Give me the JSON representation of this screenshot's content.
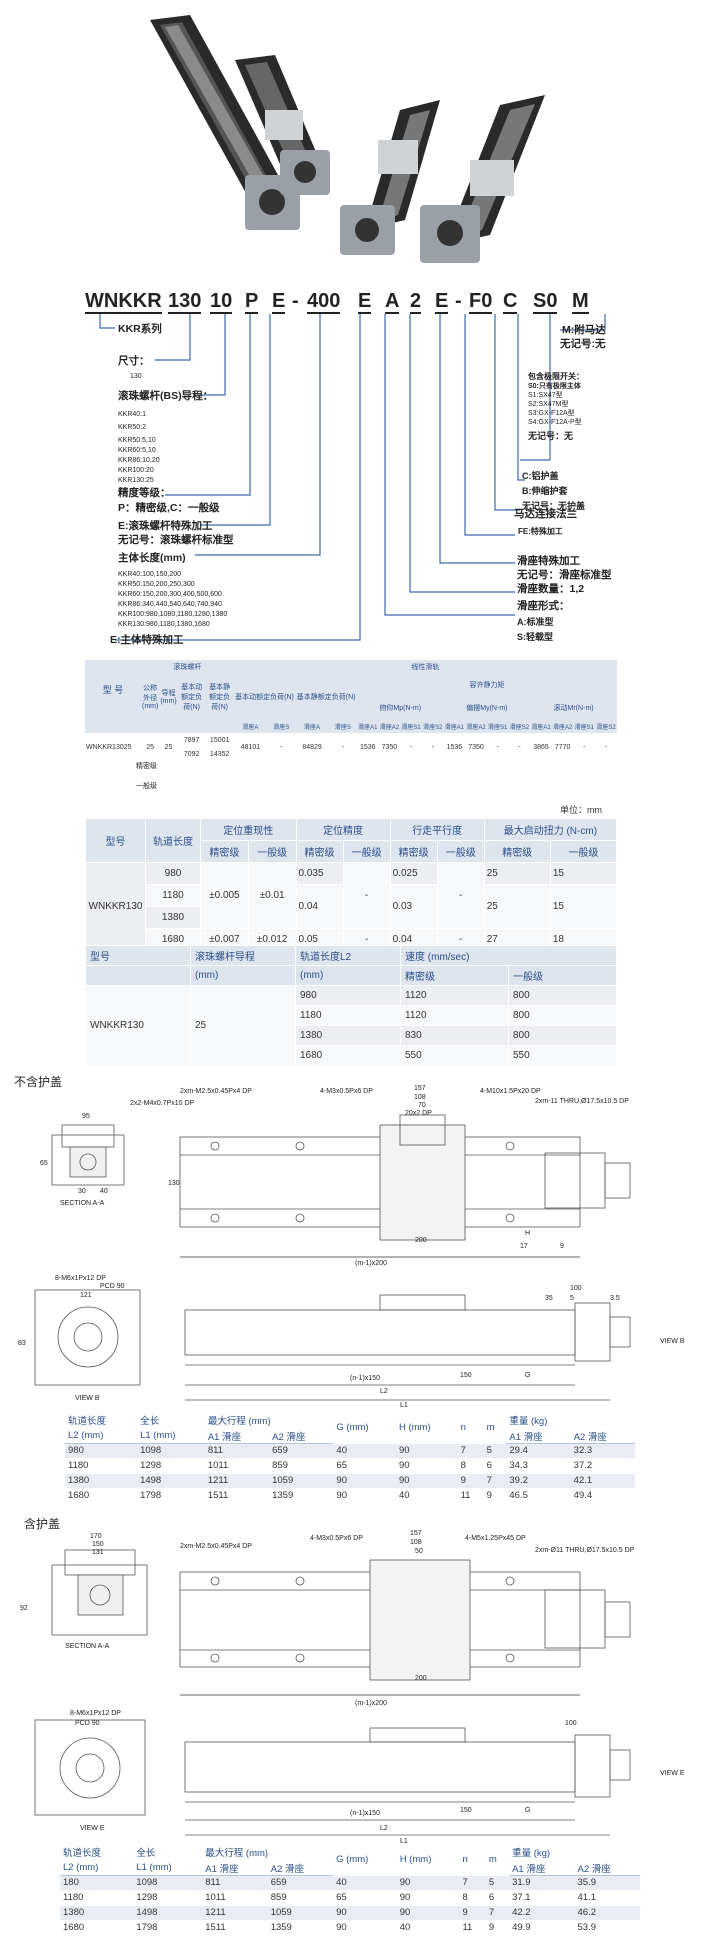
{
  "model_code": {
    "parts": [
      "WNKKR",
      "130",
      "10",
      "P",
      "E",
      "-",
      "400",
      "E",
      "A",
      "2",
      "E",
      "-",
      "F0",
      "C",
      "S0",
      "M"
    ]
  },
  "decoder": {
    "series": "KKR系列",
    "size_label": "尺寸：",
    "size_val": "130",
    "lead_label": "滚珠螺杆(BS)导程：",
    "lead_list": [
      "KKR40:1",
      "KKR50:2",
      "KKR50:5,10",
      "KKR60:5,10",
      "KKR86:10,20",
      "KKR100:20",
      "KKR130:25"
    ],
    "precision_label": "精度等级：",
    "precision_val": "P：精密级,C：一般级",
    "bs_special": "E:滚珠螺杆特殊加工",
    "bs_std": "无记号：滚珠螺杆标准型",
    "length_label": "主体长度(mm)",
    "length_list": [
      "KKR40:100,150,200",
      "KKR50:150,200,250,300",
      "KKR60:150,200,300,400,500,600",
      "KKR86:340,440,540,640,740,940",
      "KKR100:980,1080,1180,1280,1380",
      "KKR130:980,1180,1380,1680"
    ],
    "body_special": "E:主体特殊加工",
    "motor": "M:附马达",
    "motor_none": "无记号:无",
    "switch_label": "包含极限开关：",
    "switch_list": [
      "S0:只有极限主体",
      "S1:SX47型",
      "S2:SX47M型",
      "S3:GX-F12A型",
      "S4:GX-F12A-P型"
    ],
    "switch_none": "无记号：无",
    "cover_c": "C:铝护盖",
    "cover_b": "B:伸缩护套",
    "cover_none": "无记号：无护盖",
    "motor_conn": "马达连接法兰",
    "fe": "FE:特殊加工",
    "slide_special": "滑座特殊加工",
    "slide_std": "无记号：滑座标准型",
    "slide_qty": "滑座数量：1,2",
    "slide_form": "滑座形式：",
    "slide_a": "A:标准型",
    "slide_s": "S:轻载型"
  },
  "table1": {
    "h_ball": "滚珠螺杆",
    "h_linear": "线性滑轨",
    "h_allow": "容许静力矩",
    "h_model": "型 号",
    "h_od": "公称外径(mm)",
    "h_lead": "导程(mm)",
    "h_dyn": "基本动额定负荷(N)",
    "h_sta": "基本静额定负荷(N)",
    "h_ldyn": "基本动额定负荷(N)",
    "h_lsta": "基本静额定负荷(N)",
    "h_mp": "俯仰Mp(N-m)",
    "h_my": "偏摆My(N-m)",
    "h_mr": "滚动Mr(N-m)",
    "slide_labels": [
      "滑座A",
      "滑座S",
      "滑座A",
      "滑座S",
      "滑座A1",
      "滑座A2",
      "滑座S1",
      "滑座S2",
      "滑座A1",
      "滑座A2",
      "滑座S1",
      "滑座S2",
      "滑座A1",
      "滑座A2",
      "滑座S1",
      "滑座S2"
    ],
    "row": {
      "model": "WNKKR13025",
      "grade1": "精密级",
      "grade2": "一般级",
      "od": "25",
      "lead": "25",
      "dyn1": "7897",
      "sta1": "15001",
      "dyn2": "7092",
      "sta2": "14352",
      "ldA": "48101",
      "ldS": "-",
      "lsA": "84829",
      "lsS": "-",
      "mp": [
        "1536",
        "7350",
        "-",
        "-"
      ],
      "my": [
        "1536",
        "7350",
        "-",
        "-"
      ],
      "mr": [
        "3865",
        "7770",
        "-",
        "-"
      ]
    }
  },
  "unit": "单位：mm",
  "table2": {
    "h": [
      "型号",
      "轨道长度",
      "定位重现性",
      "定位精度",
      "行走平行度",
      "最大启动扭力 (N-cm)"
    ],
    "sub": [
      "精密级",
      "一般级",
      "精密级",
      "一般级",
      "精密级",
      "一般级",
      "精密级",
      "一般级"
    ],
    "model": "WNKKR130",
    "rows": [
      [
        "980",
        "",
        "",
        "0.035",
        "",
        "0.025",
        "",
        "25",
        "15"
      ],
      [
        "1180",
        "±0.005",
        "±0.01",
        "0.04",
        "-",
        "0.03",
        "-",
        "25",
        "15"
      ],
      [
        "1380",
        "",
        "",
        "",
        "",
        "",
        "",
        "",
        ""
      ],
      [
        "1680",
        "±0.007",
        "±0.012",
        "0.05",
        "-",
        "0.04",
        "-",
        "27",
        "18"
      ]
    ]
  },
  "table3": {
    "h_model": "型号",
    "h_lead": "滚珠螺杆导程",
    "h_lead_u": "(mm)",
    "h_len": "轨道长度L2",
    "h_len_u": "(mm)",
    "h_speed": "速度 (mm/sec)",
    "h_p": "精密级",
    "h_c": "一般级",
    "model": "WNKKR130",
    "lead": "25",
    "rows": [
      [
        "980",
        "1120",
        "800"
      ],
      [
        "1180",
        "1120",
        "800"
      ],
      [
        "1380",
        "830",
        "800"
      ],
      [
        "1680",
        "550",
        "550"
      ]
    ]
  },
  "sec1": "不含护盖",
  "sec2": "含护盖",
  "draw1": {
    "a": "2xm-M2.5x0.45Px4 DP",
    "b": "4-M3x0.5Px6 DP",
    "c": "4-M10x1.5Px20 DP",
    "d": "2xm-11 THRU,Ø17.5x10.5 DP",
    "e": "2x2-M4x0.7Px10 DP",
    "f": "(m-1)x200",
    "g": "200",
    "h": "H",
    "i": "17",
    "j": "9",
    "k": "SECTION A-A",
    "l": "VIEW B",
    "m": "8-M6x1Px12 DP",
    "n": "PCD 90",
    "o": "(n-1)x150",
    "p": "150",
    "q": "G",
    "r": "L2",
    "s": "L1",
    "t": "VIEW B",
    "d157": "157",
    "d108": "108",
    "d70": "70",
    "d20": "20x2 DP",
    "d95": "95",
    "d130": "130",
    "d100": "100",
    "d35": "35",
    "d5": "5",
    "d3_5": "3.5",
    "d121": "121",
    "d83": "83",
    "d65": "65",
    "d30": "30",
    "d40": "40"
  },
  "draw2": {
    "a": "2xm-M2.5x0.45Px4 DP",
    "b": "4-M3x0.5Px6 DP",
    "c": "4-M5x1.25Px45 DP",
    "d": "2xm-Ø11 THRU,Ø17.5x10.5 DP",
    "f": "(m-1)x200",
    "g": "200",
    "k": "SECTION A-A",
    "l": "VIEW E",
    "m": "8-M6x1Px12 DP",
    "n": "PCD 90",
    "o": "(n-1)x150",
    "p": "150",
    "q": "G",
    "r": "L2",
    "s": "L1",
    "t": "VIEW E",
    "d170": "170",
    "d150": "150",
    "d131": "131",
    "d157": "157",
    "d108": "108",
    "d50": "50",
    "d100": "100",
    "d92": "92"
  },
  "table4": {
    "h": [
      "轨道长度",
      "全长",
      "最大行程 (mm)",
      "G (mm)",
      "H (mm)",
      "n",
      "m",
      "重量 (kg)"
    ],
    "h2": [
      "L2 (mm)",
      "L1 (mm)",
      "A1 滑座",
      "A2 滑座",
      "",
      "",
      "",
      "",
      "A1 滑座",
      "A2 滑座"
    ],
    "rows": [
      [
        "980",
        "1098",
        "811",
        "659",
        "40",
        "90",
        "7",
        "5",
        "29.4",
        "32.3"
      ],
      [
        "1180",
        "1298",
        "1011",
        "859",
        "65",
        "90",
        "8",
        "6",
        "34.3",
        "37.2"
      ],
      [
        "1380",
        "1498",
        "1211",
        "1059",
        "90",
        "90",
        "9",
        "7",
        "39.2",
        "42.1"
      ],
      [
        "1680",
        "1798",
        "1511",
        "1359",
        "90",
        "40",
        "11",
        "9",
        "46.5",
        "49.4"
      ]
    ]
  },
  "table5": {
    "h": [
      "轨道长度",
      "全长",
      "最大行程 (mm)",
      "G (mm)",
      "H (mm)",
      "n",
      "m",
      "重量 (kg)"
    ],
    "h2": [
      "L2 (mm)",
      "L1 (mm)",
      "A1 滑座",
      "A2 滑座",
      "",
      "",
      "",
      "",
      "A1 滑座",
      "A2 滑座"
    ],
    "rows": [
      [
        "180",
        "1098",
        "811",
        "659",
        "40",
        "90",
        "7",
        "5",
        "31.9",
        "35.9"
      ],
      [
        "1180",
        "1298",
        "1011",
        "859",
        "65",
        "90",
        "8",
        "6",
        "37.1",
        "41.1"
      ],
      [
        "1380",
        "1498",
        "1211",
        "1059",
        "90",
        "90",
        "9",
        "7",
        "42.2",
        "46.2"
      ],
      [
        "1680",
        "1798",
        "1511",
        "1359",
        "90",
        "40",
        "11",
        "9",
        "49.9",
        "53.9"
      ]
    ]
  }
}
